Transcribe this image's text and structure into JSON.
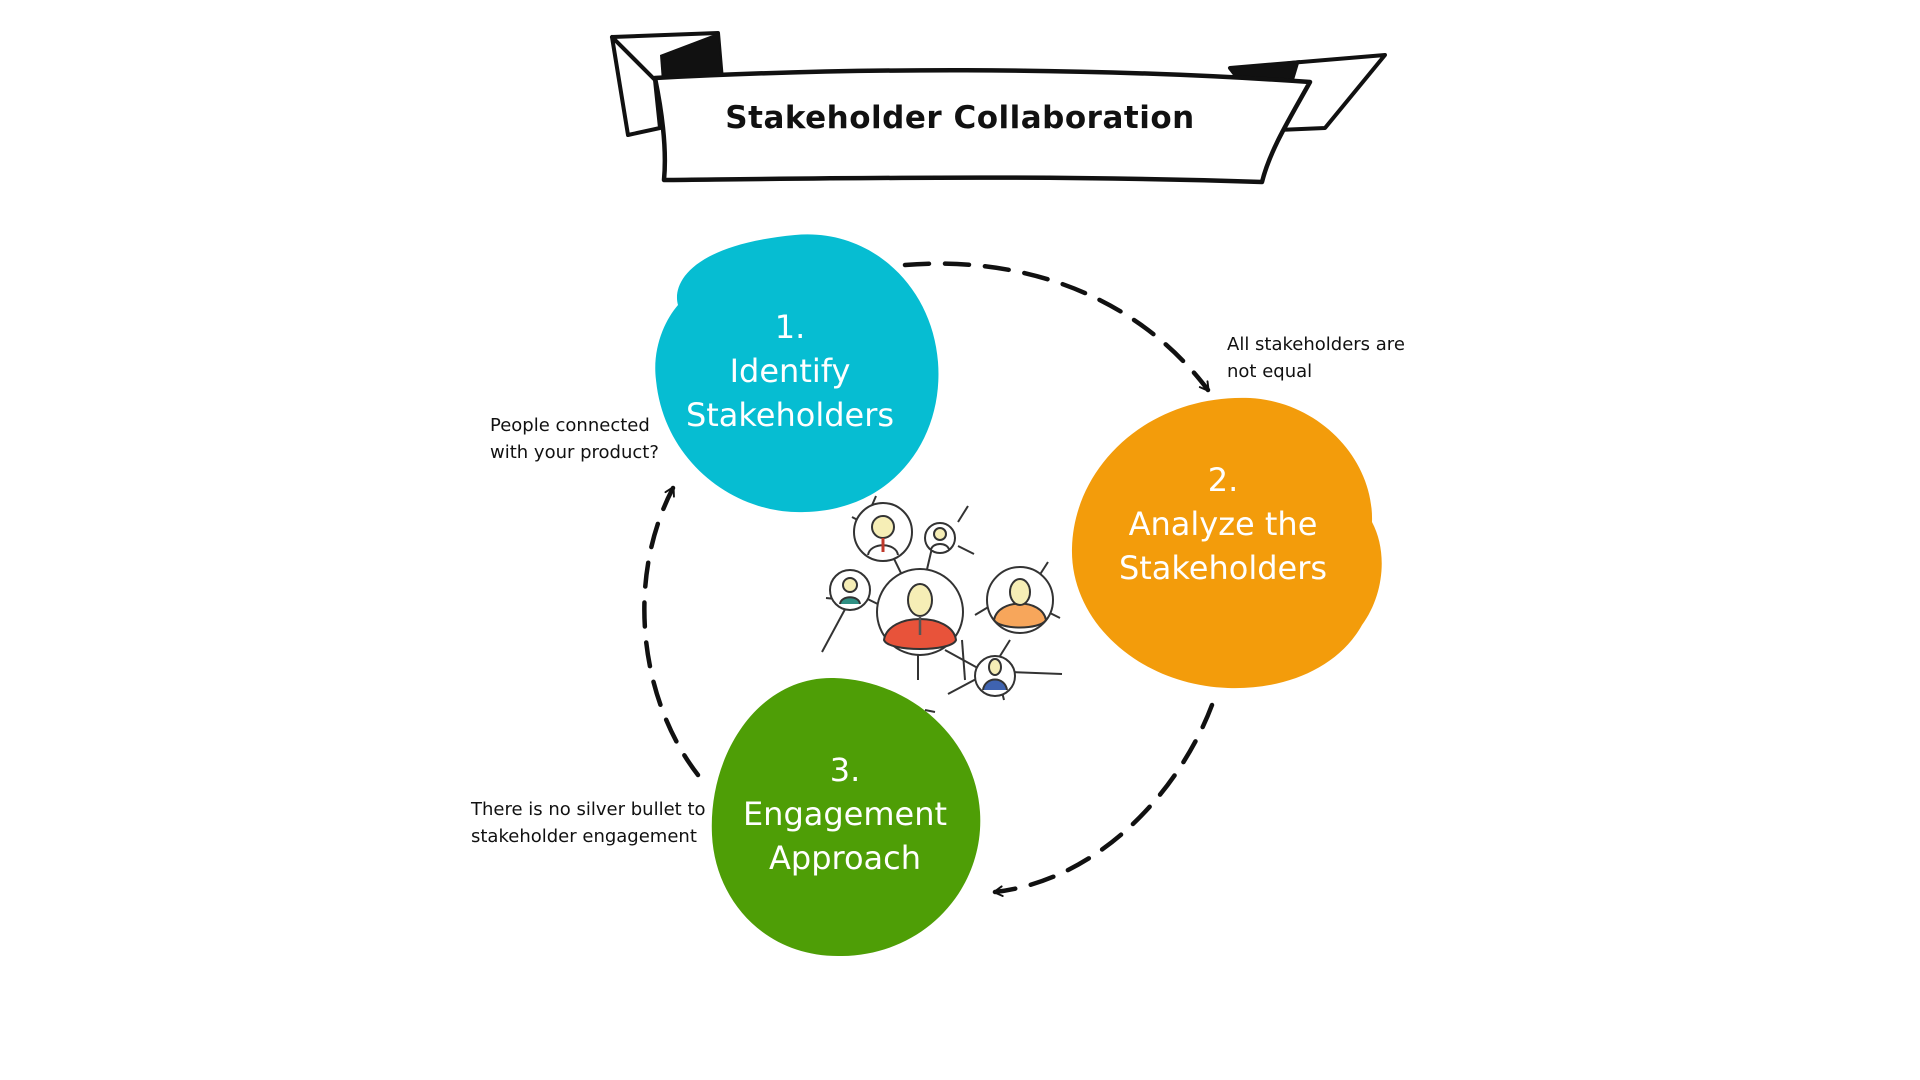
{
  "title": "Stakeholder Collaboration",
  "steps": [
    {
      "number": "1.",
      "line1": "Identify",
      "line2": "Stakeholders",
      "color": "#06BDD2"
    },
    {
      "number": "2.",
      "line1": "Analyze the",
      "line2": "Stakeholders",
      "color": "#F39C0B"
    },
    {
      "number": "3.",
      "line1": "Engagement",
      "line2": "Approach",
      "color": "#4E9E06"
    }
  ],
  "notes": {
    "identify": {
      "line1": "People connected",
      "line2": "with your product?"
    },
    "analyze": {
      "line1": "All stakeholders are",
      "line2": "not equal"
    },
    "engage": {
      "line1": "There is no silver bullet to",
      "line2": "stakeholder engagement"
    }
  },
  "illustration": "people-network-icon",
  "node_colors": {
    "center": "#E8533A",
    "right": "#F7A65B",
    "bottom": "#3F63B0",
    "bulb": "#F6EEB6"
  }
}
